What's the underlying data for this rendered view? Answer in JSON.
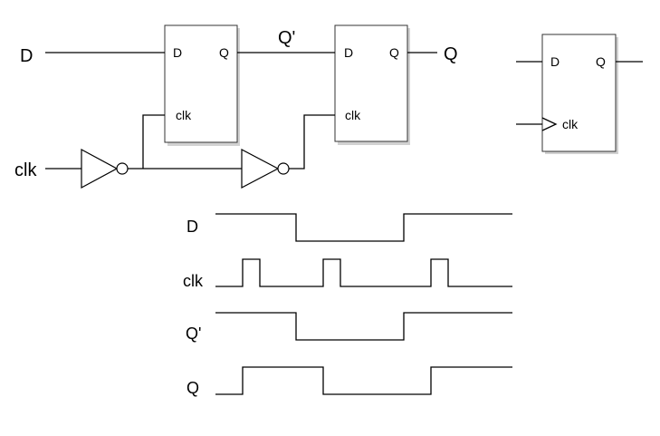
{
  "signals": {
    "d_input": "D",
    "clk_input": "clk",
    "q_prime": "Q'",
    "q_output": "Q"
  },
  "flipflop1": {
    "d_pin": "D",
    "q_pin": "Q",
    "clk_pin": "clk"
  },
  "flipflop2": {
    "d_pin": "D",
    "q_pin": "Q",
    "clk_pin": "clk"
  },
  "symbol": {
    "d_pin": "D",
    "q_pin": "Q",
    "clk_pin": "clk"
  },
  "timing": {
    "labels": {
      "d": "D",
      "clk": "clk",
      "q_prime": "Q'",
      "q": "Q"
    }
  }
}
